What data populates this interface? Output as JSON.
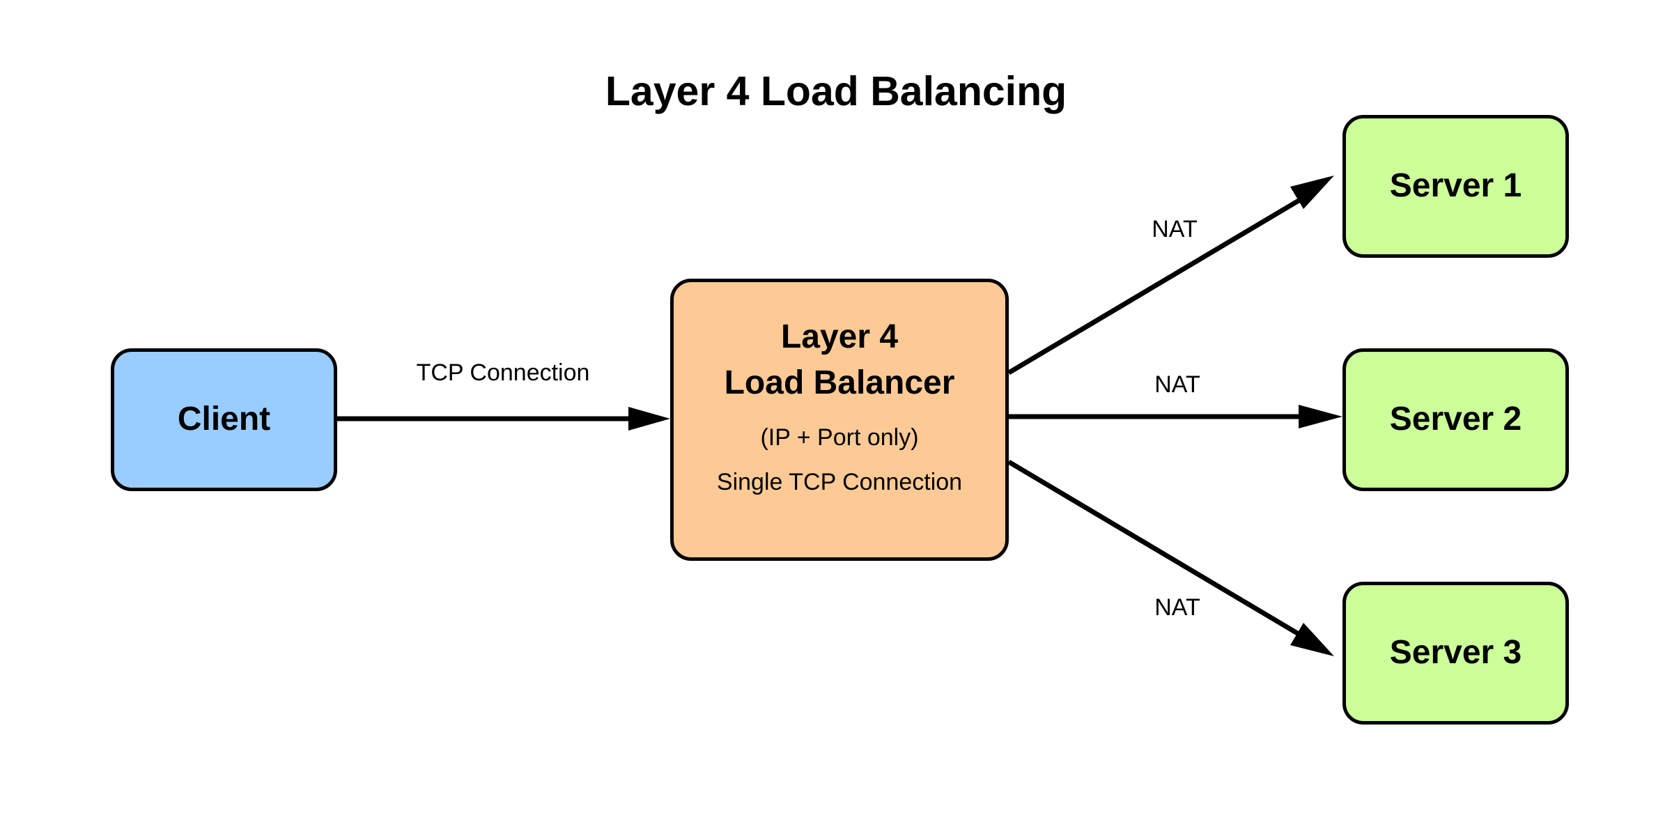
{
  "title": "Layer 4 Load Balancing",
  "colors": {
    "client_fill": "#99ccff",
    "load_balancer_fill": "#fdca96",
    "server_fill": "#ccff99",
    "stroke": "#000000"
  },
  "nodes": {
    "client": {
      "label": "Client"
    },
    "load_balancer": {
      "line1": "Layer 4",
      "line2": "Load Balancer",
      "sub1": "(IP + Port only)",
      "sub2": "Single TCP Connection"
    },
    "server1": {
      "label": "Server 1"
    },
    "server2": {
      "label": "Server 2"
    },
    "server3": {
      "label": "Server 3"
    }
  },
  "edges": {
    "client_to_lb": "TCP Connection",
    "lb_to_server1": "NAT",
    "lb_to_server2": "NAT",
    "lb_to_server3": "NAT"
  }
}
